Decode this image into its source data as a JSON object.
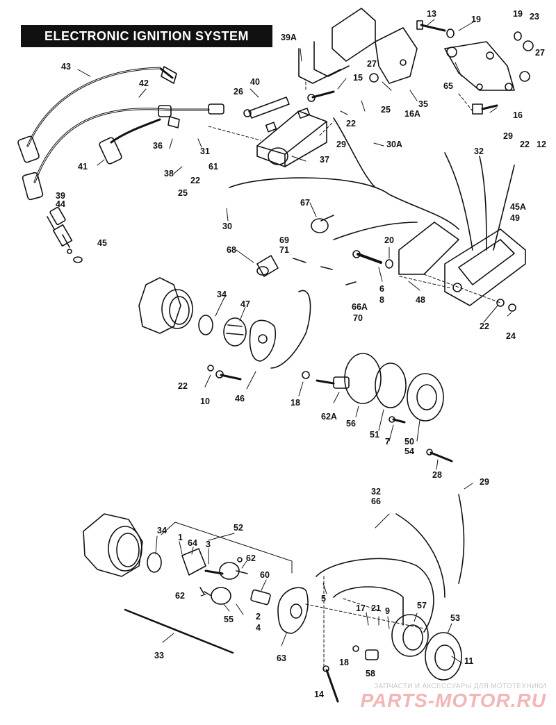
{
  "title": "ELECTRONIC IGNITION SYSTEM",
  "labels": [
    {
      "id": "p13",
      "text": "13"
    },
    {
      "id": "p19a",
      "text": "19"
    },
    {
      "id": "p19b",
      "text": "19"
    },
    {
      "id": "p23",
      "text": "23"
    },
    {
      "id": "p39A",
      "text": "39A"
    },
    {
      "id": "p27a",
      "text": "27"
    },
    {
      "id": "p27b",
      "text": "27"
    },
    {
      "id": "p43",
      "text": "43"
    },
    {
      "id": "p42",
      "text": "42"
    },
    {
      "id": "p40",
      "text": "40"
    },
    {
      "id": "p26",
      "text": "26"
    },
    {
      "id": "p15",
      "text": "15"
    },
    {
      "id": "p25a",
      "text": "25"
    },
    {
      "id": "p35",
      "text": "35"
    },
    {
      "id": "p16A",
      "text": "16A"
    },
    {
      "id": "p65",
      "text": "65"
    },
    {
      "id": "p16",
      "text": "16"
    },
    {
      "id": "p22a",
      "text": "22"
    },
    {
      "id": "p36",
      "text": "36"
    },
    {
      "id": "p31",
      "text": "31"
    },
    {
      "id": "p29a",
      "text": "29"
    },
    {
      "id": "p30A",
      "text": "30A"
    },
    {
      "id": "p29b",
      "text": "29"
    },
    {
      "id": "p32a",
      "text": "32"
    },
    {
      "id": "p22b",
      "text": "22"
    },
    {
      "id": "p12",
      "text": "12"
    },
    {
      "id": "p41",
      "text": "41"
    },
    {
      "id": "p38",
      "text": "38"
    },
    {
      "id": "p37",
      "text": "37"
    },
    {
      "id": "p61",
      "text": "61"
    },
    {
      "id": "p22c",
      "text": "22"
    },
    {
      "id": "p25b",
      "text": "25"
    },
    {
      "id": "p39",
      "text": "39"
    },
    {
      "id": "p44",
      "text": "44"
    },
    {
      "id": "p30",
      "text": "30"
    },
    {
      "id": "p67",
      "text": "67"
    },
    {
      "id": "p45A",
      "text": "45A"
    },
    {
      "id": "p49",
      "text": "49"
    },
    {
      "id": "p45",
      "text": "45"
    },
    {
      "id": "p69",
      "text": "69"
    },
    {
      "id": "p71",
      "text": "71"
    },
    {
      "id": "p68",
      "text": "68"
    },
    {
      "id": "p20",
      "text": "20"
    },
    {
      "id": "p6",
      "text": "6"
    },
    {
      "id": "p8",
      "text": "8"
    },
    {
      "id": "p48",
      "text": "48"
    },
    {
      "id": "p34a",
      "text": "34"
    },
    {
      "id": "p47",
      "text": "47"
    },
    {
      "id": "p66A",
      "text": "66A"
    },
    {
      "id": "p70",
      "text": "70"
    },
    {
      "id": "p22d",
      "text": "22"
    },
    {
      "id": "p24",
      "text": "24"
    },
    {
      "id": "p22e",
      "text": "22"
    },
    {
      "id": "p10",
      "text": "10"
    },
    {
      "id": "p46",
      "text": "46"
    },
    {
      "id": "p18a",
      "text": "18"
    },
    {
      "id": "p62A",
      "text": "62A"
    },
    {
      "id": "p56",
      "text": "56"
    },
    {
      "id": "p51",
      "text": "51"
    },
    {
      "id": "p7",
      "text": "7"
    },
    {
      "id": "p50",
      "text": "50"
    },
    {
      "id": "p54",
      "text": "54"
    },
    {
      "id": "p28",
      "text": "28"
    },
    {
      "id": "p32b",
      "text": "32"
    },
    {
      "id": "p66",
      "text": "66"
    },
    {
      "id": "p29c",
      "text": "29"
    },
    {
      "id": "p52",
      "text": "52"
    },
    {
      "id": "p34b",
      "text": "34"
    },
    {
      "id": "p1",
      "text": "1"
    },
    {
      "id": "p64",
      "text": "64"
    },
    {
      "id": "p3",
      "text": "3"
    },
    {
      "id": "p62a",
      "text": "62"
    },
    {
      "id": "p60",
      "text": "60"
    },
    {
      "id": "p62b",
      "text": "62"
    },
    {
      "id": "p55",
      "text": "55"
    },
    {
      "id": "p2",
      "text": "2"
    },
    {
      "id": "p4",
      "text": "4"
    },
    {
      "id": "p5",
      "text": "5"
    },
    {
      "id": "p17",
      "text": "17"
    },
    {
      "id": "p21",
      "text": "21"
    },
    {
      "id": "p9",
      "text": "9"
    },
    {
      "id": "p57",
      "text": "57"
    },
    {
      "id": "p53",
      "text": "53"
    },
    {
      "id": "p33",
      "text": "33"
    },
    {
      "id": "p63",
      "text": "63"
    },
    {
      "id": "p18b",
      "text": "18"
    },
    {
      "id": "p58",
      "text": "58"
    },
    {
      "id": "p11",
      "text": "11"
    },
    {
      "id": "p14",
      "text": "14"
    }
  ],
  "watermark": {
    "tagline": "ЗАПЧАСТИ И АКСЕССУАРЫ ДЛЯ МОТОТЕХНИКИ",
    "logo": "PARTS-MOTOR.RU"
  }
}
